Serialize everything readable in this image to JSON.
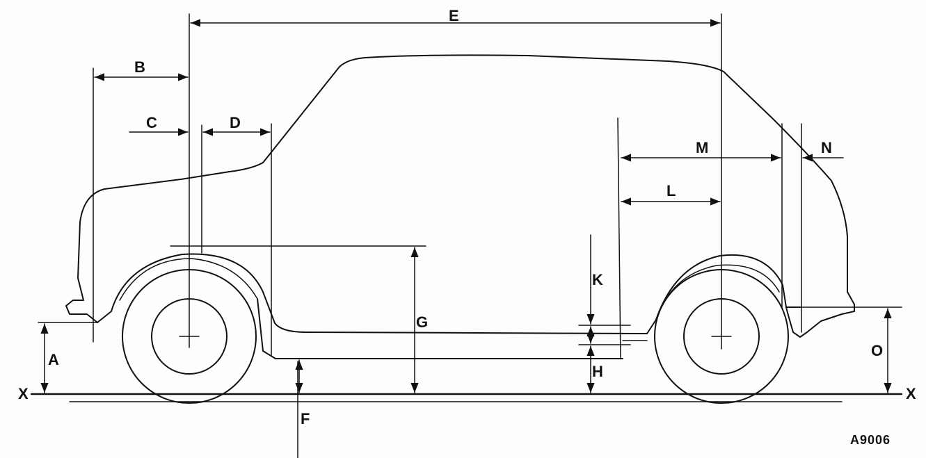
{
  "diagram": {
    "labels": {
      "A": "A",
      "B": "B",
      "C": "C",
      "D": "D",
      "E": "E",
      "F": "F",
      "G": "G",
      "H": "H",
      "K": "K",
      "L": "L",
      "M": "M",
      "N": "N",
      "O": "O",
      "X_left": "X",
      "X_right": "X"
    },
    "figure_ref": "A9006",
    "line_color": "#111111",
    "background_color": "#fdfdfd"
  }
}
